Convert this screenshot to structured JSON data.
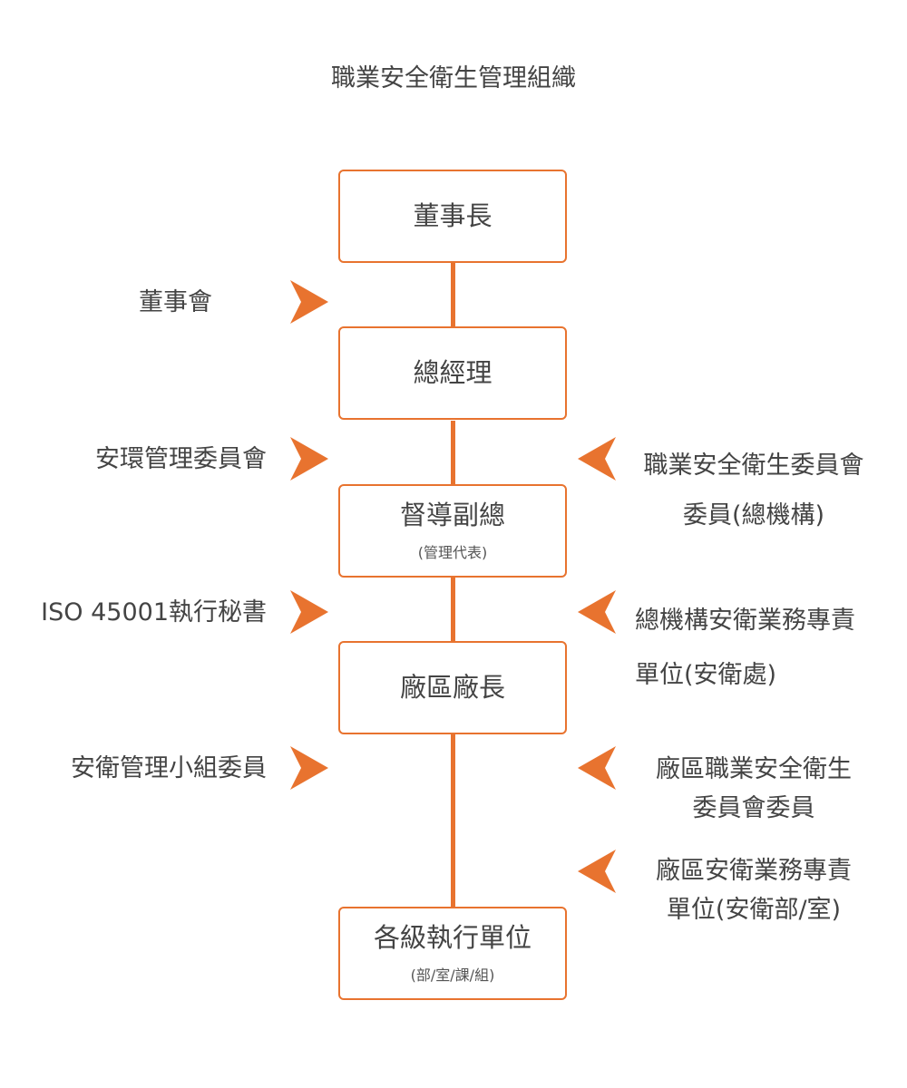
{
  "title": "職業安全衛生管理組織",
  "colors": {
    "accent": "#e8732f",
    "text": "#444444"
  },
  "boxes": [
    {
      "main": "董事長",
      "sub": ""
    },
    {
      "main": "總經理",
      "sub": ""
    },
    {
      "main": "督導副總",
      "sub": "(管理代表)"
    },
    {
      "main": "廠區廠長",
      "sub": ""
    },
    {
      "main": "各級執行單位",
      "sub": "(部/室/課/組)"
    }
  ],
  "left_items": [
    "董事會",
    "安環管理委員會",
    "ISO 45001執行秘書",
    "安衛管理小組委員"
  ],
  "right_items": [
    {
      "line1": "職業安全衛生委員會",
      "line2": "委員(總機構)"
    },
    {
      "line1": "總機構安衛業務專責",
      "line2": "單位(安衛處)"
    },
    {
      "line1": "廠區職業安全衛生",
      "line2": "委員會委員"
    },
    {
      "line1": "廠區安衛業務專責",
      "line2": "單位(安衛部/室)"
    }
  ]
}
